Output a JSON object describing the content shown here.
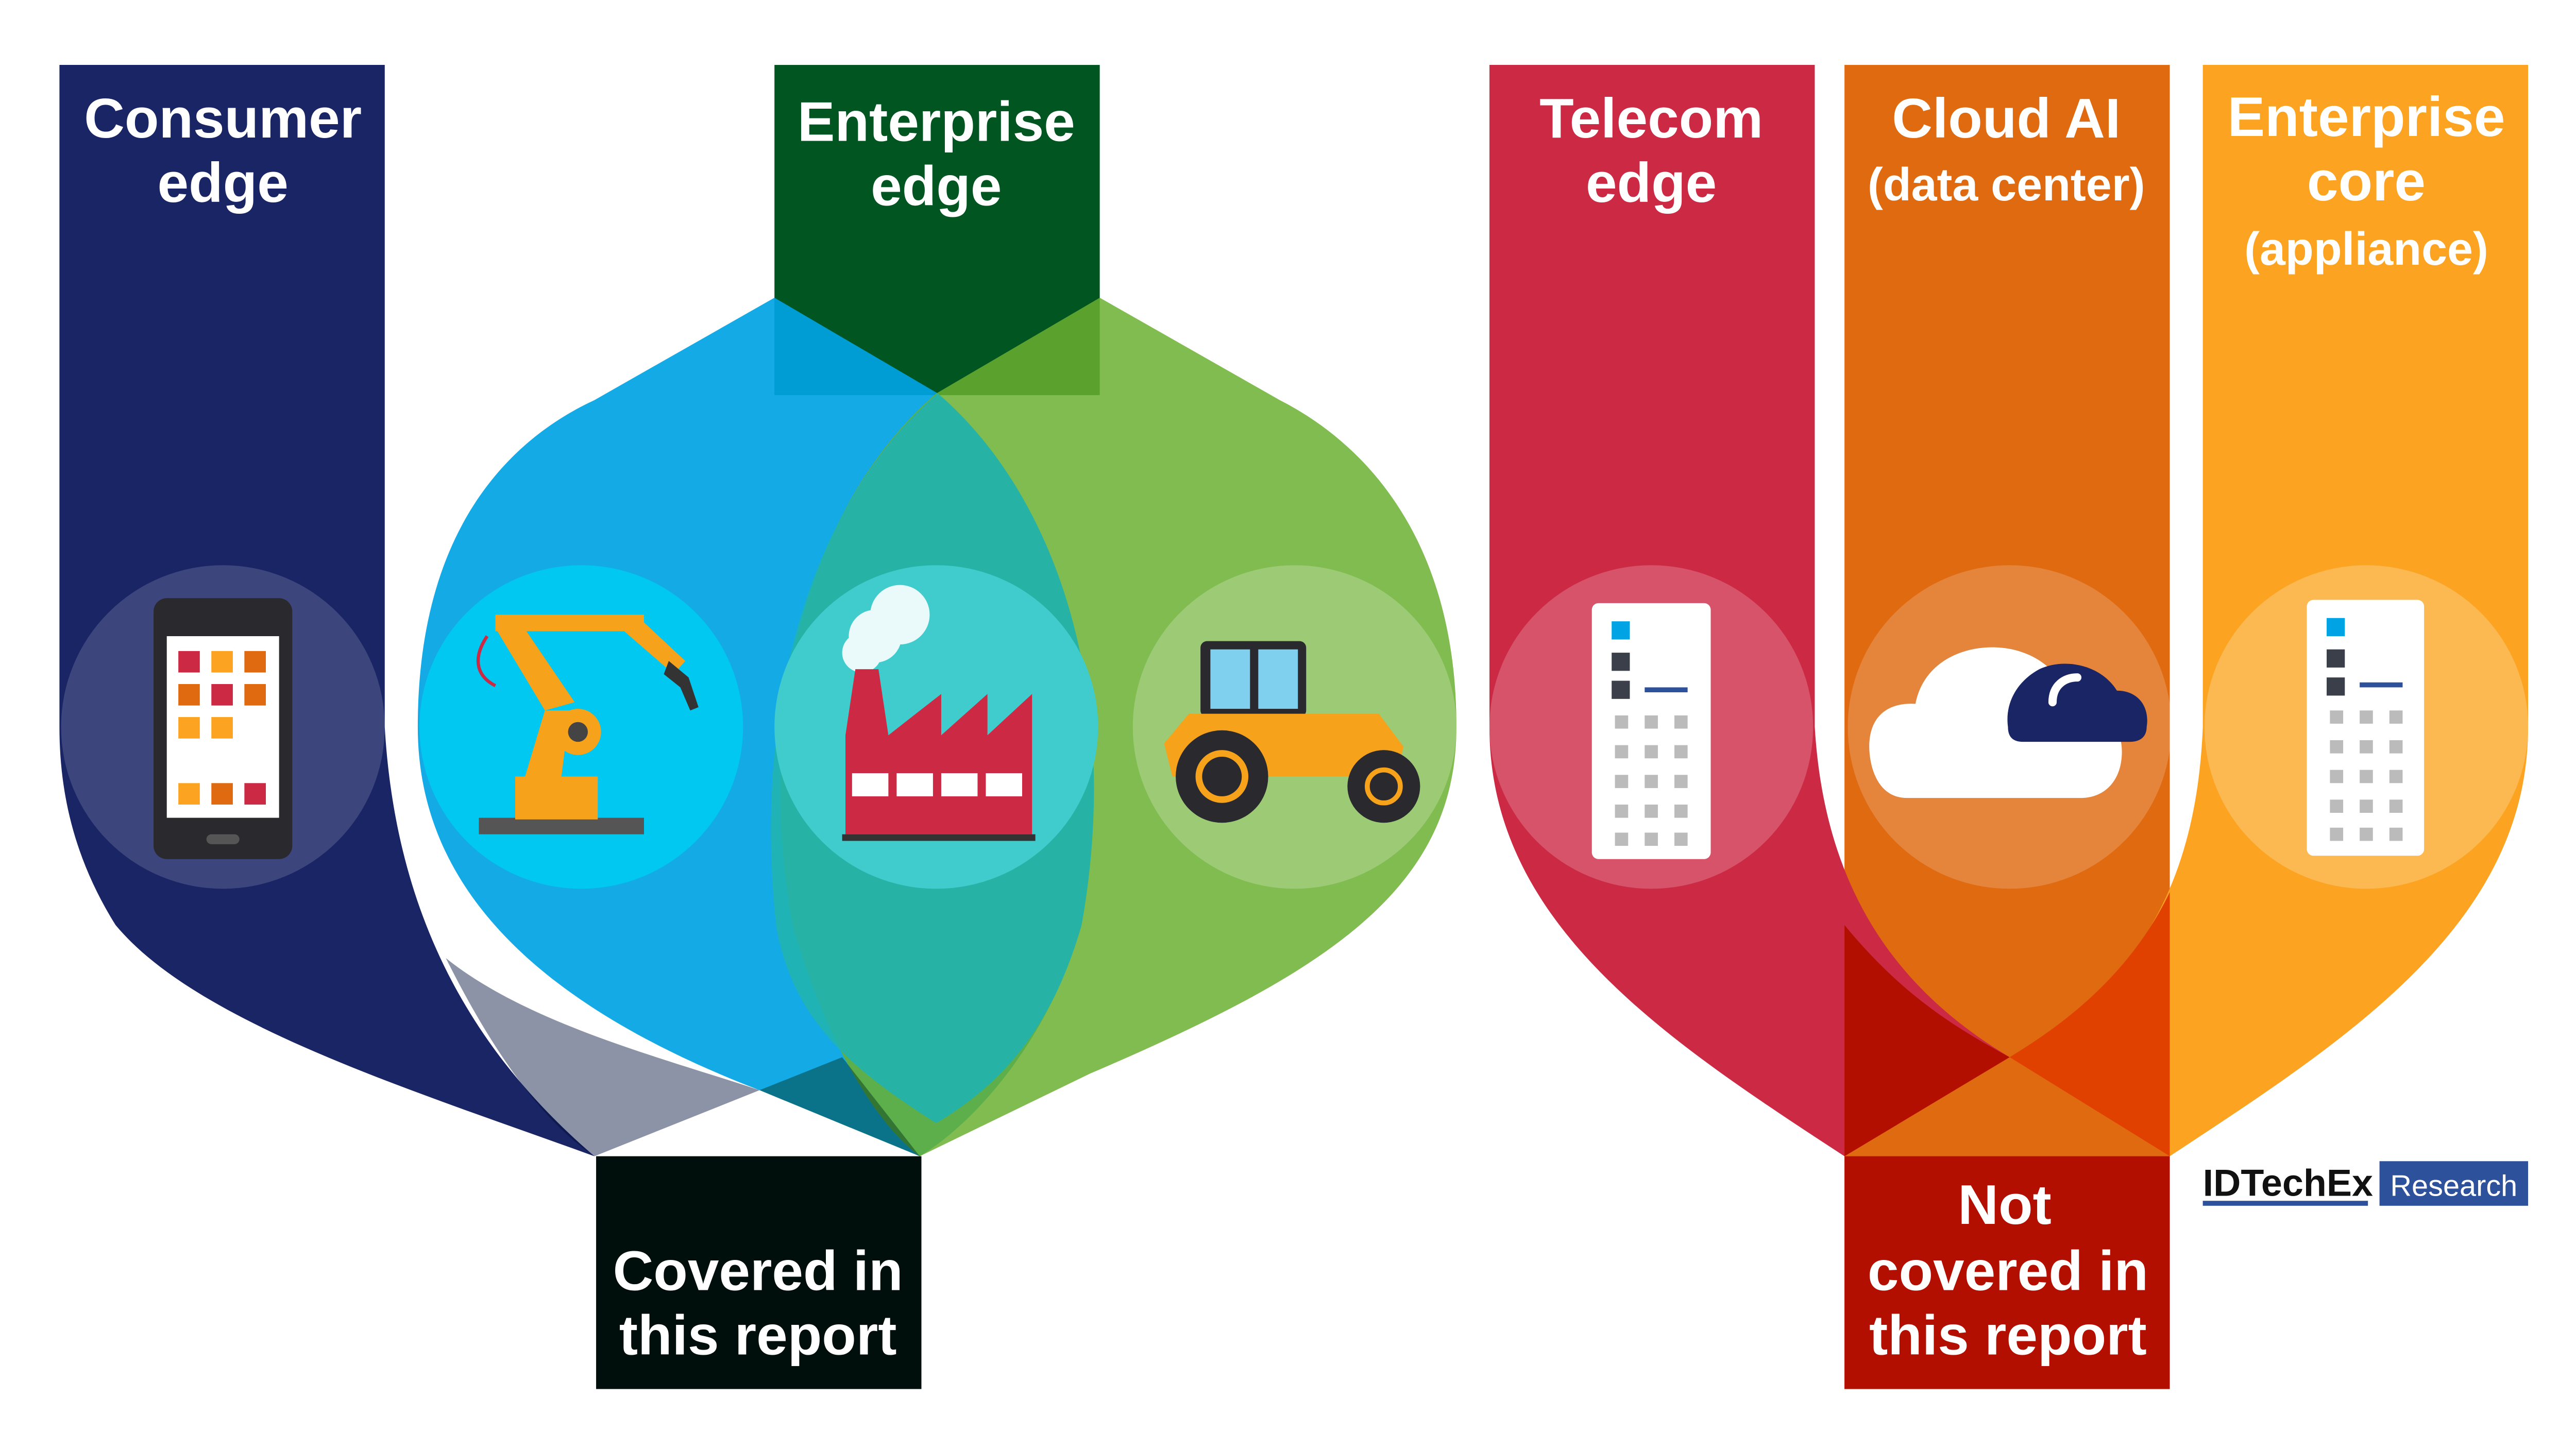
{
  "columns": [
    {
      "id": "consumer-edge",
      "title_lines": [
        "Consumer",
        "edge"
      ],
      "subtitle": "",
      "icon": "smartphone-icon",
      "color": "#1a2566"
    },
    {
      "id": "enterprise-edge",
      "title_lines": [
        "Enterprise",
        "edge"
      ],
      "subtitle": "",
      "icon": "factory-icon",
      "color": "#005520"
    },
    {
      "id": "telecom-edge",
      "title_lines": [
        "Telecom",
        "edge"
      ],
      "subtitle": "",
      "icon": "server-rack-icon",
      "color": "#cc2944"
    },
    {
      "id": "cloud-ai",
      "title_lines": [
        "Cloud AI"
      ],
      "subtitle": "(data center)",
      "icon": "cloud-icon",
      "color": "#e06a10"
    },
    {
      "id": "enterprise-core",
      "title_lines": [
        "Enterprise",
        "core"
      ],
      "subtitle": "(appliance)",
      "icon": "server-rack-icon",
      "color": "#fca421"
    }
  ],
  "extra_icons": [
    "robot-arm-icon",
    "tractor-icon"
  ],
  "covered": {
    "lines": [
      "Covered in",
      "this report"
    ],
    "color": "#000e0c"
  },
  "not_covered": {
    "lines": [
      "Not",
      "covered in",
      "this report"
    ],
    "color": "#b30f00"
  },
  "logo": {
    "brand": "IDTechEx",
    "tag": "Research",
    "color": "#2e519c"
  }
}
